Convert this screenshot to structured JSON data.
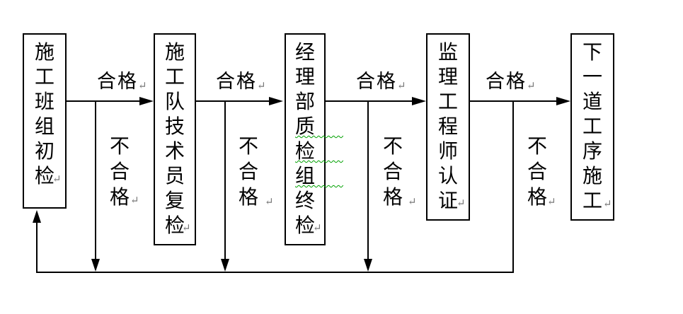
{
  "flowchart": {
    "boxes": [
      {
        "label": "施工班组初检"
      },
      {
        "label": "施工队技术员复检"
      },
      {
        "label_before": "经理部",
        "label_spellcheck": "质检组",
        "label_after": "终检"
      },
      {
        "label": "监理工程师认证"
      },
      {
        "label": "下一道工序施工"
      }
    ],
    "pass_labels": [
      "合格",
      "合格",
      "合格",
      "合格"
    ],
    "fail_labels": [
      "不合格",
      "不合格",
      "不合格",
      "不合格"
    ],
    "return_mark": "↵",
    "colors": {
      "line": "#000000",
      "spellcheck_underline": "#00a000",
      "formatting_mark": "#777777"
    }
  }
}
